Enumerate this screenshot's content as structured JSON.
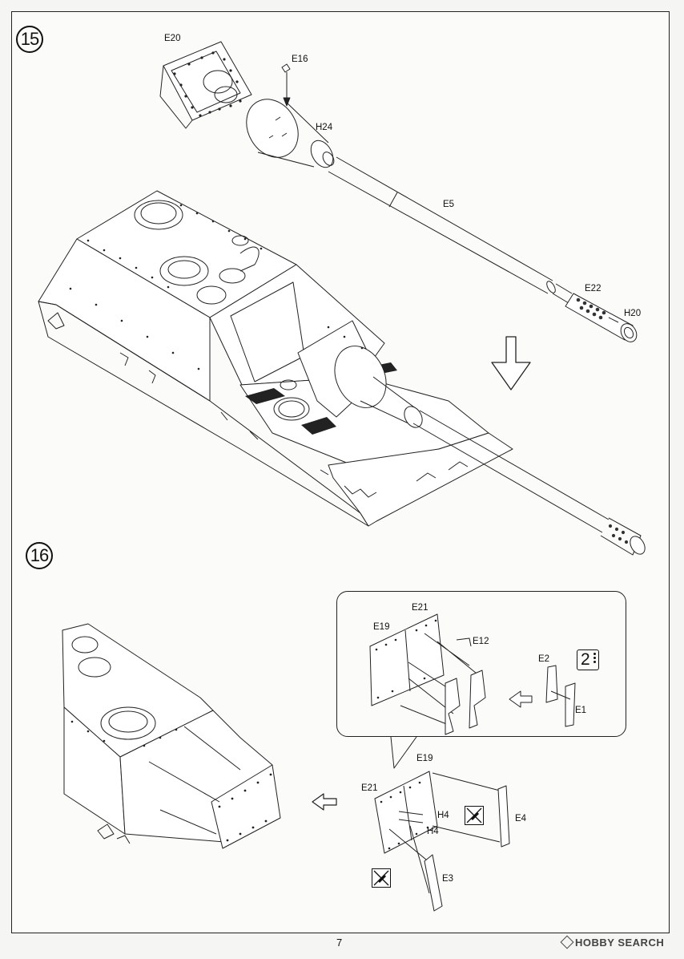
{
  "page": {
    "number": "7",
    "watermark": "HOBBY SEARCH"
  },
  "steps": [
    {
      "number": "15",
      "labels": {
        "e20": "E20",
        "e16": "E16",
        "h24": "H24",
        "e5": "E5",
        "e22": "E22",
        "h20": "H20"
      }
    },
    {
      "number": "16",
      "callout_labels": {
        "e21": "E21",
        "e19": "E19",
        "e12": "E12",
        "e2": "E2",
        "e1": "E1",
        "qty": "2"
      },
      "labels": {
        "e19": "E19",
        "e21": "E21",
        "h4a": "H4",
        "h4b": "H4",
        "e4": "E4",
        "e3": "E3"
      }
    }
  ],
  "icons": {
    "no_glue": "no-cement-icon",
    "arrow": "assembly-direction-arrow-icon"
  }
}
